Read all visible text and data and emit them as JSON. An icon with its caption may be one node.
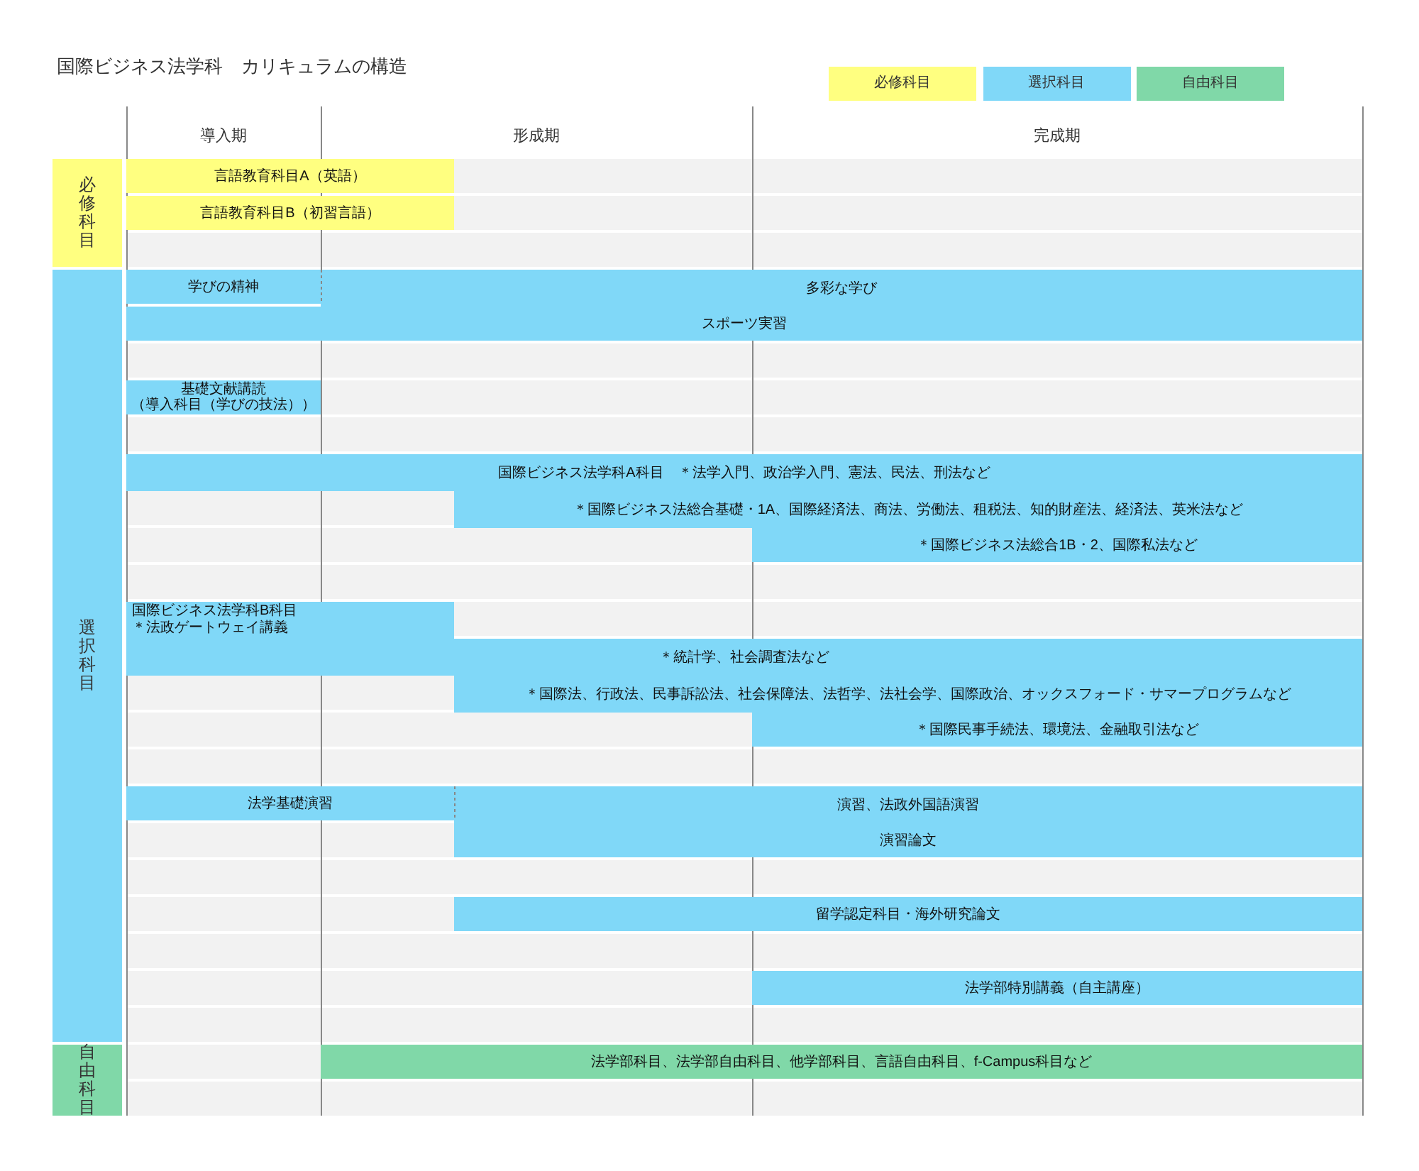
{
  "diagram": {
    "title": "国際ビジネス法学科　カリキュラムの構造",
    "nodes": [
      {
        "text": [
          "必修科目"
        ]
      },
      {
        "text": [
          "言語教育科目A（英語）"
        ]
      },
      {
        "text": [
          "言語教育科目B（初習言語）"
        ]
      },
      {
        "text": [
          "選択科目"
        ]
      },
      {
        "text": [
          "学びの精神"
        ]
      },
      {
        "text": [
          "多彩な学び"
        ]
      },
      {
        "text": [
          "スポーツ実習"
        ]
      },
      {
        "text": [
          "基礎文献講読",
          "（導入科目（学びの技法））"
        ]
      },
      {
        "text": [
          "国際ビジネス法学科A科目",
          "＊法学入門、政治学入門、憲法、民法、刑法など"
        ]
      },
      {
        "text": [
          "＊国際ビジネス法総合基礎・1A、国際経済法、商法、労働法、租税法、知的財産法、経済法、英米法など"
        ]
      },
      {
        "text": [
          "＊国際ビジネス法総合1B・2、国際私法など"
        ]
      },
      {
        "text": [
          "国際ビジネス法学科B科目",
          "＊法政ゲートウェイ講義"
        ]
      },
      {
        "text": [
          "＊統計学、社会調査法など"
        ]
      },
      {
        "text": [
          "＊国際法、行政法、民事訴訟法、社会保障法、法哲学、法社会学、国際政治、オックスフォード・サマープログラムなど"
        ]
      },
      {
        "text": [
          "＊国際民事手続法、環境法、金融取引法など"
        ]
      },
      {
        "text": [
          "法学基礎演習"
        ]
      },
      {
        "text": [
          "演習、法政外国語演習"
        ]
      },
      {
        "text": [
          "演習論文"
        ]
      },
      {
        "text": [
          "留学認定科目・海外研究論文"
        ]
      },
      {
        "text": [
          "法学部特別講義（自主講座）"
        ]
      },
      {
        "text": [
          "自由科目"
        ]
      },
      {
        "text": [
          "法学部科目、法学部自由科目、他学部科目、言語自由科目、f-Campus科目など"
        ]
      }
    ],
    "labels": [
      "導入期",
      "形成期",
      "完成期"
    ],
    "legend": [
      {
        "text": "必修科目",
        "color": "#ffff80"
      },
      {
        "text": "選択科目",
        "color": "#80d8f8"
      },
      {
        "text": "自由科目",
        "color": "#80d8a8"
      }
    ]
  }
}
